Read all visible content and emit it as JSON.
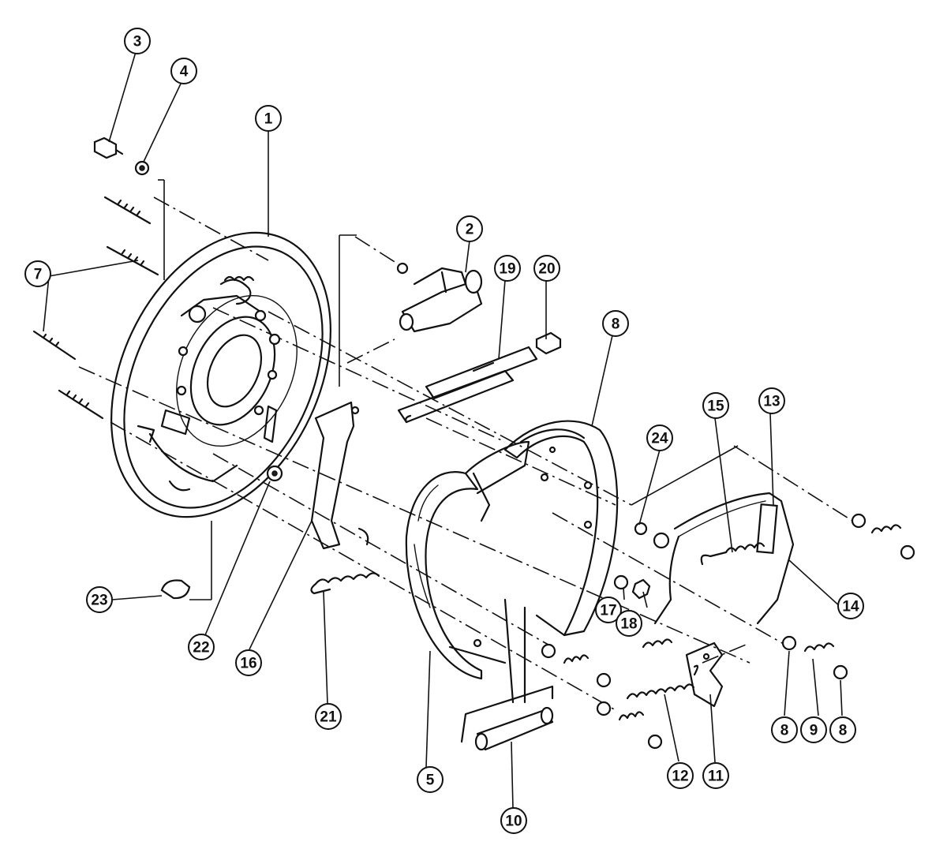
{
  "callouts": [
    {
      "id": "c1",
      "label": "1"
    },
    {
      "id": "c2",
      "label": "2"
    },
    {
      "id": "c3",
      "label": "3"
    },
    {
      "id": "c4",
      "label": "4"
    },
    {
      "id": "c5",
      "label": "5"
    },
    {
      "id": "c7",
      "label": "7"
    },
    {
      "id": "c8a",
      "label": "8"
    },
    {
      "id": "c8b",
      "label": "8"
    },
    {
      "id": "c8c",
      "label": "8"
    },
    {
      "id": "c9",
      "label": "9"
    },
    {
      "id": "c10",
      "label": "10"
    },
    {
      "id": "c11",
      "label": "11"
    },
    {
      "id": "c12",
      "label": "12"
    },
    {
      "id": "c13",
      "label": "13"
    },
    {
      "id": "c14",
      "label": "14"
    },
    {
      "id": "c15",
      "label": "15"
    },
    {
      "id": "c16",
      "label": "16"
    },
    {
      "id": "c17",
      "label": "17"
    },
    {
      "id": "c18",
      "label": "18"
    },
    {
      "id": "c19",
      "label": "19"
    },
    {
      "id": "c20",
      "label": "20"
    },
    {
      "id": "c21",
      "label": "21"
    },
    {
      "id": "c22",
      "label": "22"
    },
    {
      "id": "c23",
      "label": "23"
    },
    {
      "id": "c24",
      "label": "24"
    }
  ]
}
